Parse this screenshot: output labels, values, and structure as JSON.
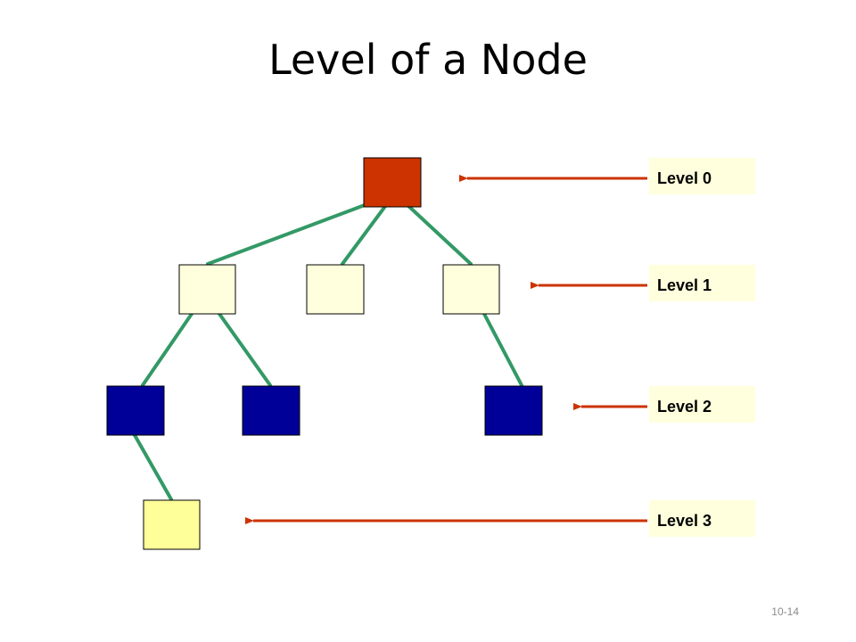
{
  "slide": {
    "title": "Level of a Node",
    "page_number": "10-14"
  },
  "tree": {
    "nodes": [
      {
        "id": "root",
        "level": 0,
        "color": "#cc3300"
      },
      {
        "id": "l1-a",
        "level": 1,
        "parent": "root",
        "color": "#ffffdd"
      },
      {
        "id": "l1-b",
        "level": 1,
        "parent": "root",
        "color": "#ffffdd"
      },
      {
        "id": "l1-c",
        "level": 1,
        "parent": "root",
        "color": "#ffffdd"
      },
      {
        "id": "l2-a",
        "level": 2,
        "parent": "l1-a",
        "color": "#000099"
      },
      {
        "id": "l2-b",
        "level": 2,
        "parent": "l1-a",
        "color": "#000099"
      },
      {
        "id": "l2-c",
        "level": 2,
        "parent": "l1-c",
        "color": "#000099"
      },
      {
        "id": "l3-a",
        "level": 3,
        "parent": "l2-a",
        "color": "#ffff99"
      }
    ],
    "edge_color": "#339966"
  },
  "level_labels": [
    {
      "text": "Level 0"
    },
    {
      "text": "Level 1"
    },
    {
      "text": "Level 2"
    },
    {
      "text": "Level 3"
    }
  ],
  "colors": {
    "arrow": "#cc3300",
    "label_background": "#ffffdd",
    "label_text": "#000000",
    "node_border": "#000000"
  }
}
